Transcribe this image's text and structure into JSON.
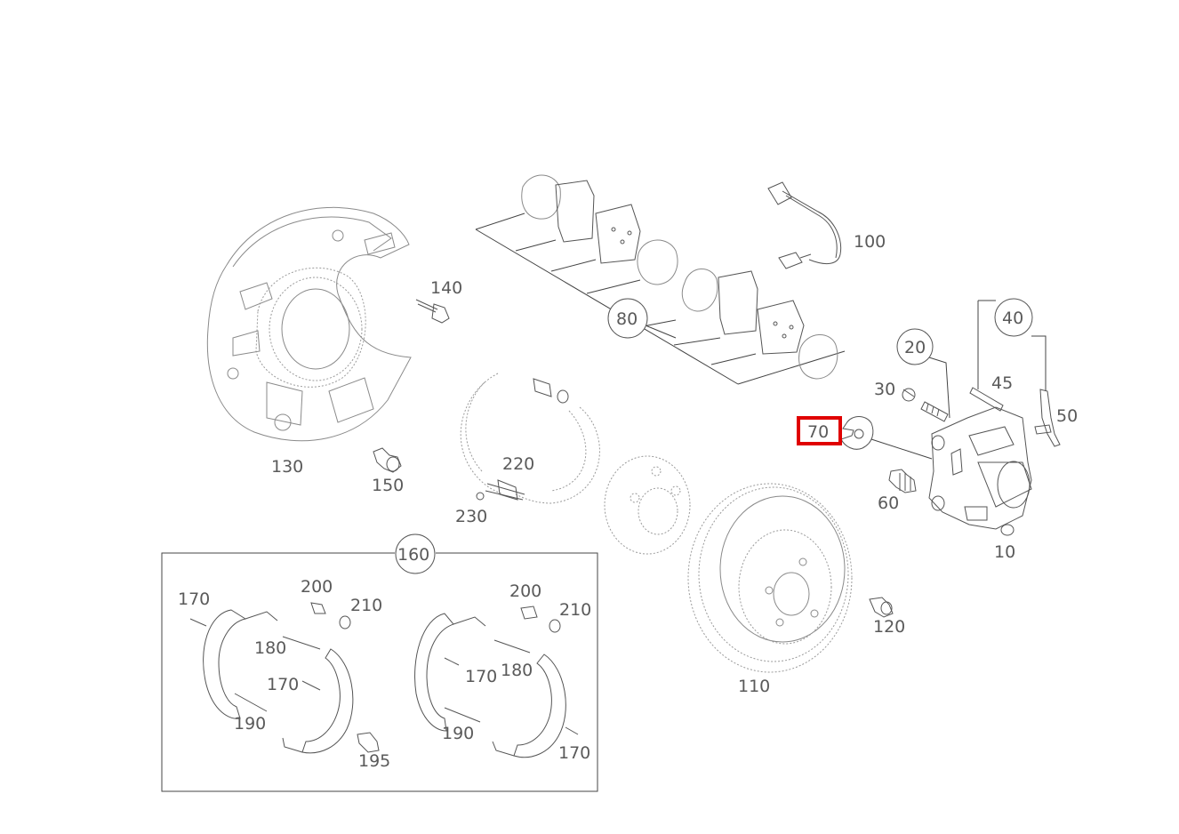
{
  "highlight_color": "#e00000",
  "labels": {
    "p10": "10",
    "p20": "20",
    "p30": "30",
    "p40": "40",
    "p45": "45",
    "p50": "50",
    "p60": "60",
    "p70": "70",
    "p80": "80",
    "p100": "100",
    "p110": "110",
    "p120": "120",
    "p130": "130",
    "p140": "140",
    "p150": "150",
    "p160": "160",
    "p170a": "170",
    "p170b": "170",
    "p170c": "170",
    "p170d": "170",
    "p180a": "180",
    "p180b": "180",
    "p190a": "190",
    "p190b": "190",
    "p195": "195",
    "p200a": "200",
    "p200b": "200",
    "p210a": "210",
    "p210b": "210",
    "p220": "220",
    "p230": "230"
  },
  "selected_part": "70"
}
